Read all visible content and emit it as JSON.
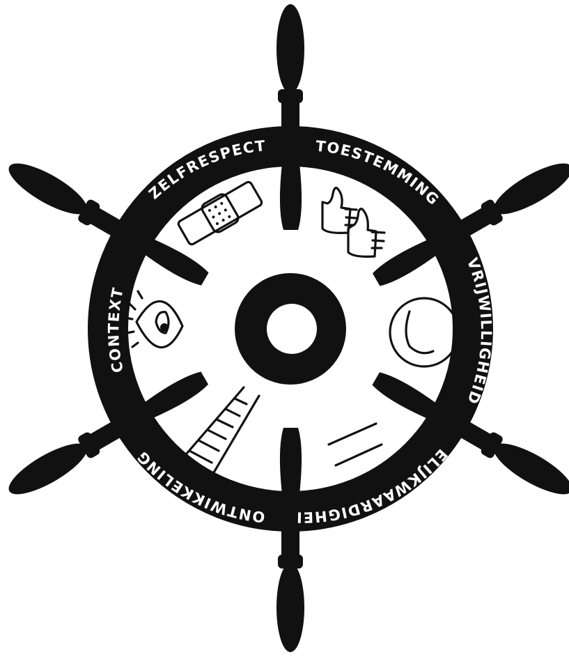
{
  "wheel": {
    "colors": {
      "ink": "#111111",
      "paper": "#ffffff"
    },
    "segments": [
      {
        "key": "zelfrespect",
        "label": "ZELFRESPECT",
        "icon": "bandage-icon"
      },
      {
        "key": "toestemming",
        "label": "TOESTEMMING",
        "icon": "thumbs-up-icon"
      },
      {
        "key": "vrijwilligheid",
        "label": "VRIJWILLIGHEID",
        "icon": "smiley-icon"
      },
      {
        "key": "gelijkwaardigheid",
        "label": "GELIJKWAARDIGHEID",
        "icon": "equals-icon"
      },
      {
        "key": "ontwikkeling",
        "label": "ONTWIKKELING",
        "icon": "ladder-icon"
      },
      {
        "key": "context",
        "label": "CONTEXT",
        "icon": "eye-icon"
      }
    ]
  }
}
